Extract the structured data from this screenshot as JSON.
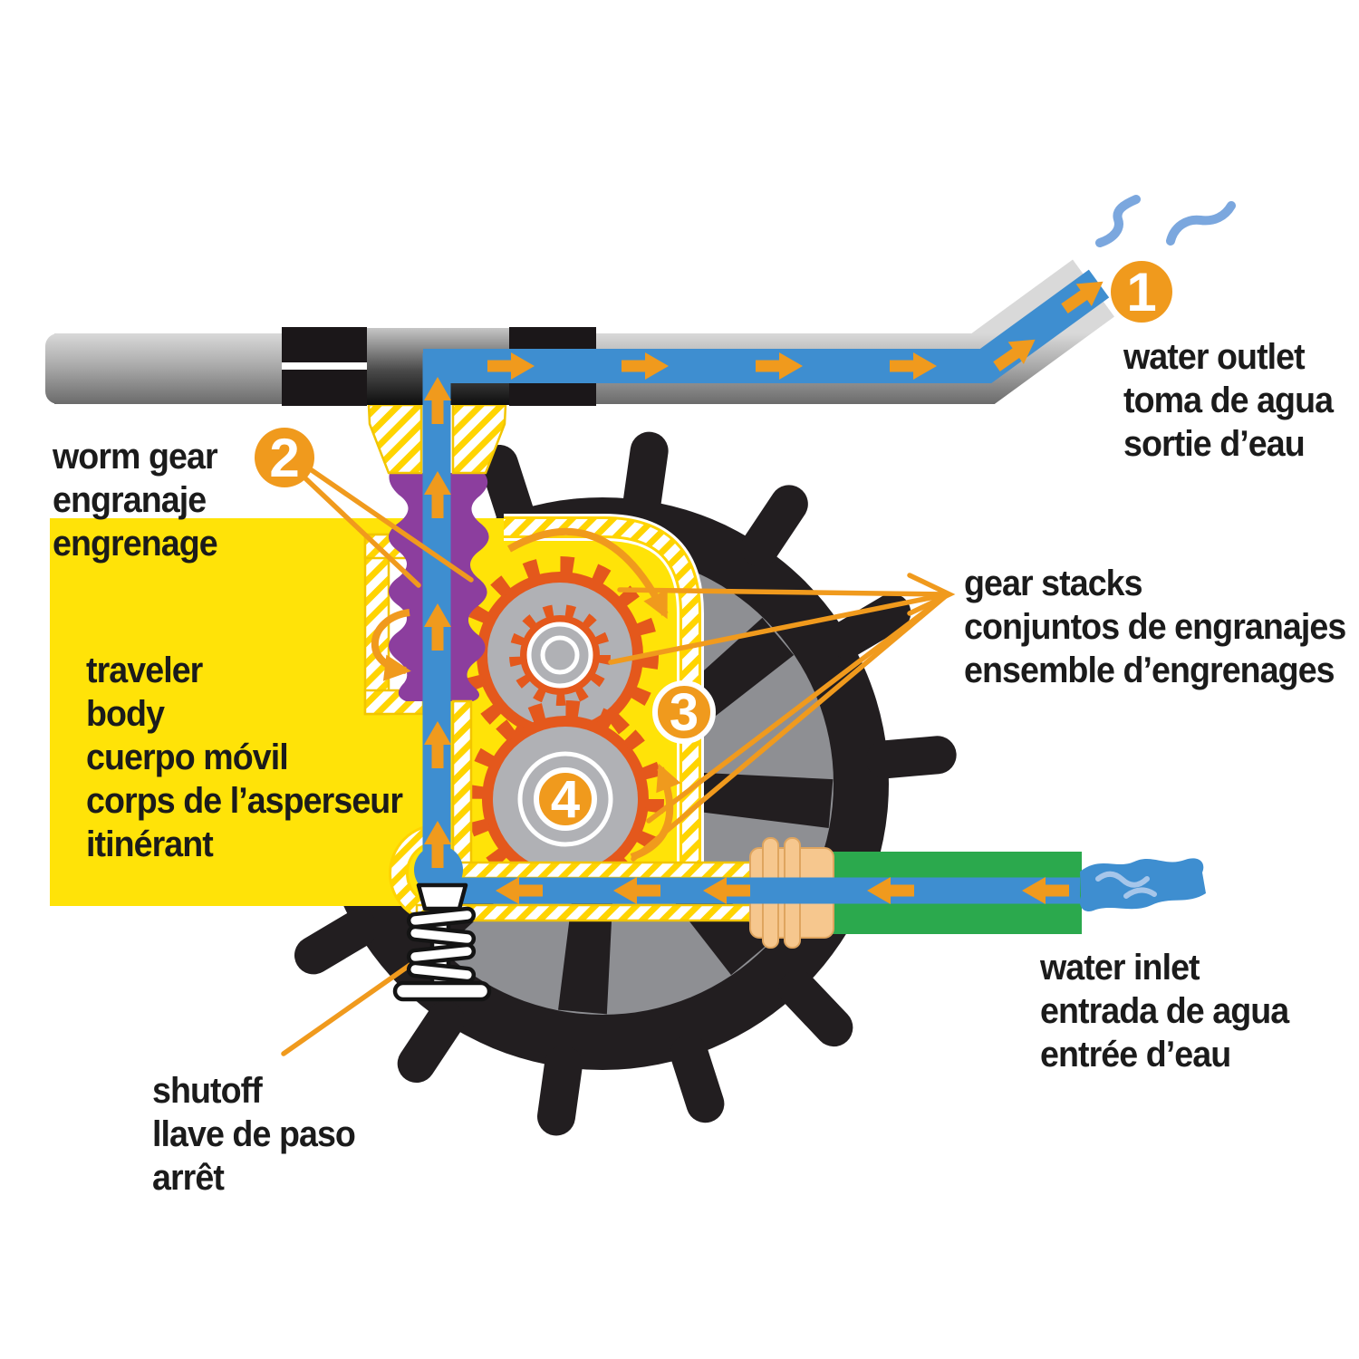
{
  "labels": {
    "water_outlet": [
      "water outlet",
      "toma de agua",
      "sortie d’eau"
    ],
    "worm_gear": [
      "worm gear",
      "engranaje",
      "engrenage"
    ],
    "traveler_body": [
      "traveler",
      "body",
      "cuerpo móvil",
      "corps de l’asperseur",
      "itinérant"
    ],
    "gear_stacks": [
      "gear stacks",
      "conjuntos de engranajes",
      "ensemble d’engrenages"
    ],
    "shutoff": [
      "shutoff",
      "llave de paso",
      "arrêt"
    ],
    "water_inlet": [
      "water inlet",
      "entrada de agua",
      "entrée d’eau"
    ]
  },
  "badges": {
    "water_outlet": "1",
    "worm_gear": "2",
    "gear_stacks": "3",
    "gear_stack_bottom": "4"
  },
  "colors": {
    "accent_orange": "#F09A1D",
    "gear_orange": "#E4581C",
    "body_yellow": "#FFE308",
    "hatch_yellow": "#FFD400",
    "worm_purple": "#8C3E9E",
    "water_blue": "#3E8ED0",
    "spray_blue": "#7BA7DE",
    "hose_green": "#2BA94D",
    "fitting_tan": "#F6C78E",
    "wheel_black": "#221E20",
    "wheel_gray": "#8E8F93",
    "gear_gray": "#B0B1B5",
    "text_black": "#1B1B1B"
  },
  "icons": {
    "flow_arrow": "orange straight arrow showing water direction",
    "rotation_arrow": "orange curved arrow showing gear rotation",
    "water_spray": "blue squiggle water spray",
    "leader_line": "orange callout pointer line"
  }
}
